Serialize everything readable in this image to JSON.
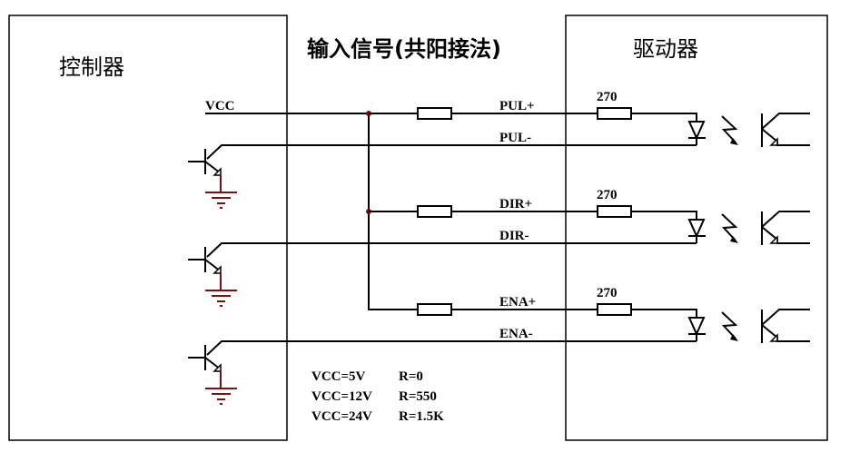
{
  "controller": {
    "title": "控制器"
  },
  "driver": {
    "title": "驱动器"
  },
  "header": {
    "title": "输入信号(共阳接法)"
  },
  "vcc_label": "VCC",
  "channels": [
    {
      "plus": "PUL+",
      "minus": "PUL-",
      "resistor": "270"
    },
    {
      "plus": "DIR+",
      "minus": "DIR-",
      "resistor": "270"
    },
    {
      "plus": "ENA+",
      "minus": "ENA-",
      "resistor": "270"
    }
  ],
  "notes": [
    {
      "vcc": "VCC=5V",
      "r": "R=0"
    },
    {
      "vcc": "VCC=12V",
      "r": "R=550"
    },
    {
      "vcc": "VCC=24V",
      "r": "R=1.5K"
    }
  ],
  "colors": {
    "wire": "#000000",
    "ground": "#7a1010",
    "junction": "#8b0000"
  }
}
